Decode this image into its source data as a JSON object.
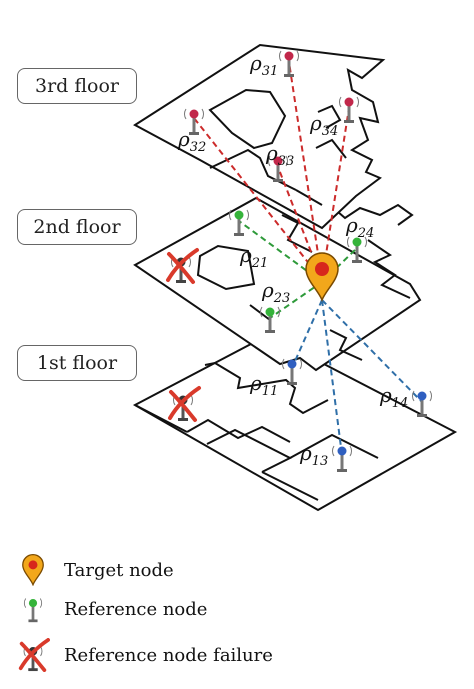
{
  "floors": {
    "third": "3rd floor",
    "second": "2nd floor",
    "first": "1st floor"
  },
  "distances": {
    "r31": {
      "symbol": "ρ",
      "sub": "31"
    },
    "r32": {
      "symbol": "ρ",
      "sub": "32"
    },
    "r33": {
      "symbol": "ρ",
      "sub": "33"
    },
    "r34": {
      "symbol": "ρ",
      "sub": "34"
    },
    "r21": {
      "symbol": "ρ",
      "sub": "21"
    },
    "r23": {
      "symbol": "ρ",
      "sub": "23"
    },
    "r24": {
      "symbol": "ρ",
      "sub": "24"
    },
    "r11": {
      "symbol": "ρ",
      "sub": "11"
    },
    "r13": {
      "symbol": "ρ",
      "sub": "13"
    },
    "r14": {
      "symbol": "ρ",
      "sub": "14"
    }
  },
  "legend": {
    "target": "Target node",
    "reference": "Reference node",
    "failure": "Reference node failure"
  },
  "colors": {
    "floor3_links": "#cc2b2b",
    "floor2_links": "#2e9a3a",
    "floor1_links": "#2f6fa8",
    "target": "#f2a71b",
    "failure": "#d93a2b"
  },
  "icons": {
    "target": "map-pin-icon",
    "reference": "antenna-icon",
    "failure": "crossed-antenna-icon"
  }
}
